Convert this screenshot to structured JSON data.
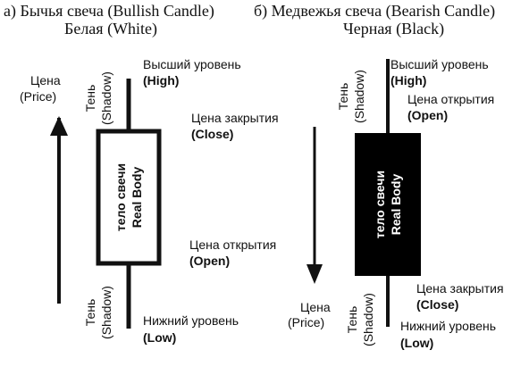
{
  "colors": {
    "ink": "#111111",
    "paper": "#ffffff"
  },
  "bullish": {
    "title": "а) Бычья свеча (Bullish Candle)",
    "subtitle": "Белая (White)",
    "price_label_ru": "Цена",
    "price_label_en": "(Price)",
    "price_arrow": "arrow-up",
    "shadow_ru": "Тень",
    "shadow_en": "(Shadow)",
    "high_ru": "Высший уровень",
    "high_en": "(High)",
    "close_ru": "Цена закрытия",
    "close_en": "(Close)",
    "open_ru": "Цена открытия",
    "open_en": "(Open)",
    "low_ru": "Нижний уровень",
    "low_en": "(Low)",
    "body_ru": "тело свечи",
    "body_en": "Real Body",
    "body_fill": "#ffffff"
  },
  "bearish": {
    "title": "б) Медвежья свеча (Bearish Candle)",
    "subtitle": "Черная (Black)",
    "price_label_ru": "Цена",
    "price_label_en": "(Price)",
    "price_arrow": "arrow-down",
    "shadow_ru": "Тень",
    "shadow_en": "(Shadow)",
    "high_ru": "Высший уровень",
    "high_en": "(High)",
    "open_ru": "Цена открытия",
    "open_en": "(Open)",
    "close_ru": "Цена закрытия",
    "close_en": "(Close)",
    "low_ru": "Нижний уровень",
    "low_en": "(Low)",
    "body_ru": "тело свечи",
    "body_en": "Real Body",
    "body_fill": "#000000"
  }
}
